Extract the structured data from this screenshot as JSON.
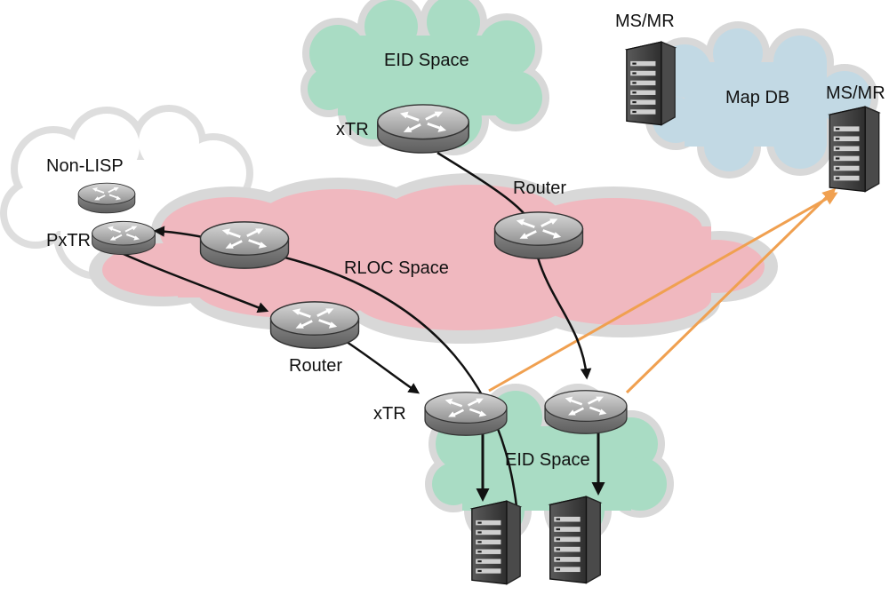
{
  "labels": {
    "eid_space_top": "EID Space",
    "eid_space_bottom": "EID Space",
    "rloc_space": "RLOC Space",
    "map_db": "Map DB",
    "non_lisp": "Non-LISP",
    "ms_mr_left": "MS/MR",
    "ms_mr_right": "MS/MR",
    "xtr_top": "xTR",
    "xtr_bottom": "xTR",
    "pxtr": "PxTR",
    "router_top": "Router",
    "router_mid": "Router"
  },
  "colors": {
    "eid_cloud": "#a9dcc4",
    "rloc_cloud": "#f0b8bf",
    "mapdb_cloud": "#c2d9e4",
    "cloud_outline": "#dcdcdc",
    "router_body": "#9a9a9a",
    "register_arrow": "#f0a050",
    "traffic_arrow": "#111111"
  },
  "icons": {
    "router": "router-icon",
    "server": "server-icon",
    "cloud": "cloud-icon"
  }
}
